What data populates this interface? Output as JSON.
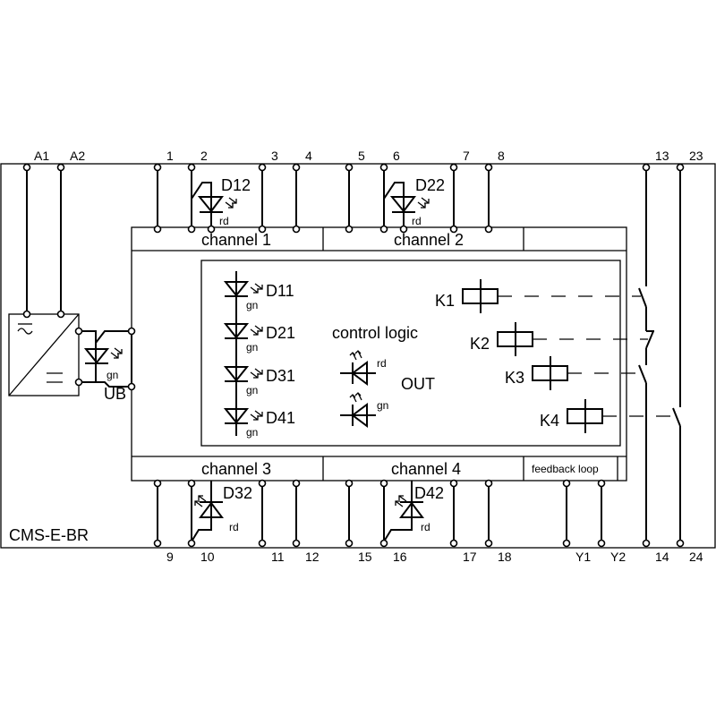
{
  "device_label": "CMS-E-BR",
  "top_terminals": [
    "A1",
    "A2",
    "1",
    "2",
    "3",
    "4",
    "5",
    "6",
    "7",
    "8",
    "13",
    "23"
  ],
  "bottom_terminals": [
    "9",
    "10",
    "11",
    "12",
    "15",
    "16",
    "17",
    "18",
    "Y1",
    "Y2",
    "14",
    "24"
  ],
  "blocks": {
    "channel1": "channel 1",
    "channel2": "channel 2",
    "channel3": "channel 3",
    "channel4": "channel 4",
    "feedback": "feedback loop",
    "logic": "control logic",
    "out": "OUT",
    "ub": "UB"
  },
  "leds": {
    "d12": "D12",
    "d22": "D22",
    "d32": "D32",
    "d42": "D42",
    "d11": "D11",
    "d21": "D21",
    "d31": "D31",
    "d41": "D41",
    "rd": "rd",
    "gn": "gn"
  },
  "relays": [
    "K1",
    "K2",
    "K3",
    "K4"
  ]
}
